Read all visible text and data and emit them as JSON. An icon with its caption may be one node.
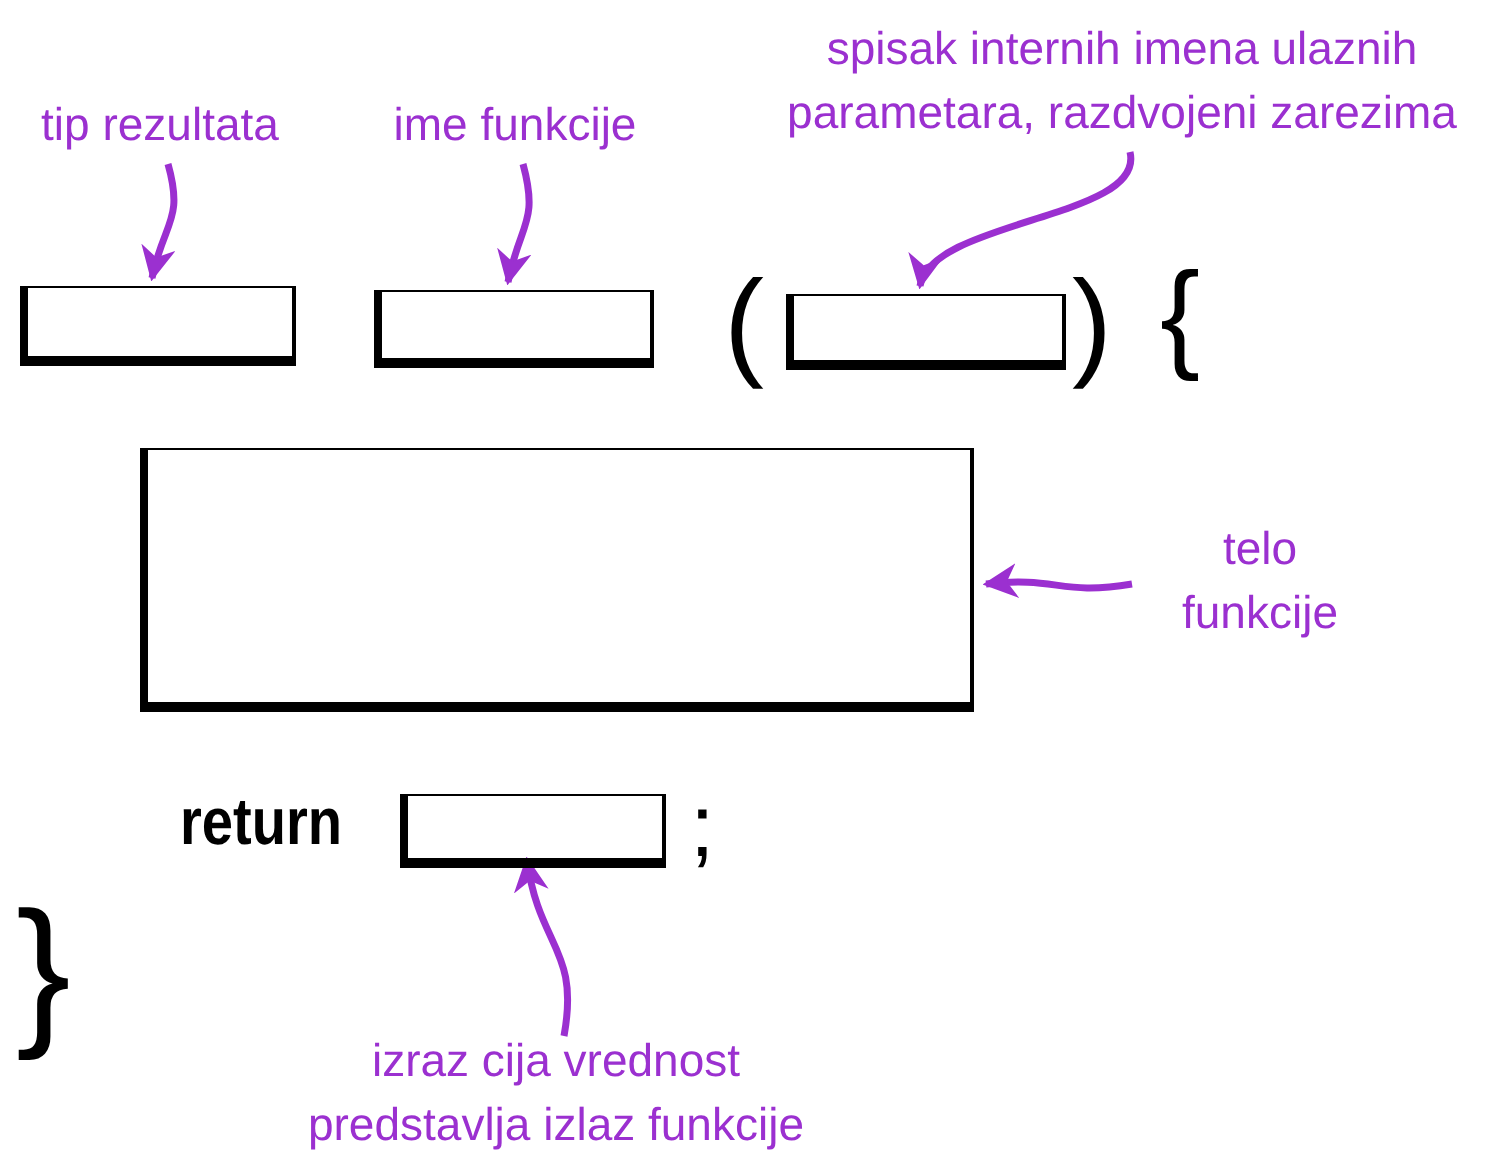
{
  "diagram": {
    "nodes": [
      {
        "text": [
          "tip rezultata"
        ]
      },
      {
        "text": [
          "ime funkcije"
        ]
      },
      {
        "text": [
          "spisak internih imena ulaznih parametara, razdvojeni zarezima"
        ]
      },
      {
        "text": [],
        "shape": "box"
      },
      {
        "text": [],
        "shape": "box"
      },
      {
        "text": [],
        "shape": "box"
      },
      {
        "text": [],
        "shape": "box"
      },
      {
        "text": [
          "telo funkcije"
        ]
      },
      {
        "text": [],
        "shape": "box"
      },
      {
        "text": [
          "izraz cija vrednost predstavlja izlaz funkcije"
        ]
      }
    ],
    "edges": [
      {
        "from": 0,
        "to": 3,
        "arrow": "to"
      },
      {
        "from": 1,
        "to": 4,
        "arrow": "to"
      },
      {
        "from": 2,
        "to": 5,
        "arrow": "to"
      },
      {
        "from": 7,
        "to": 6,
        "arrow": "to"
      },
      {
        "from": 9,
        "to": 8,
        "arrow": "to"
      }
    ],
    "labels": [
      "(",
      ")",
      "{",
      "return",
      ";",
      "}"
    ]
  }
}
